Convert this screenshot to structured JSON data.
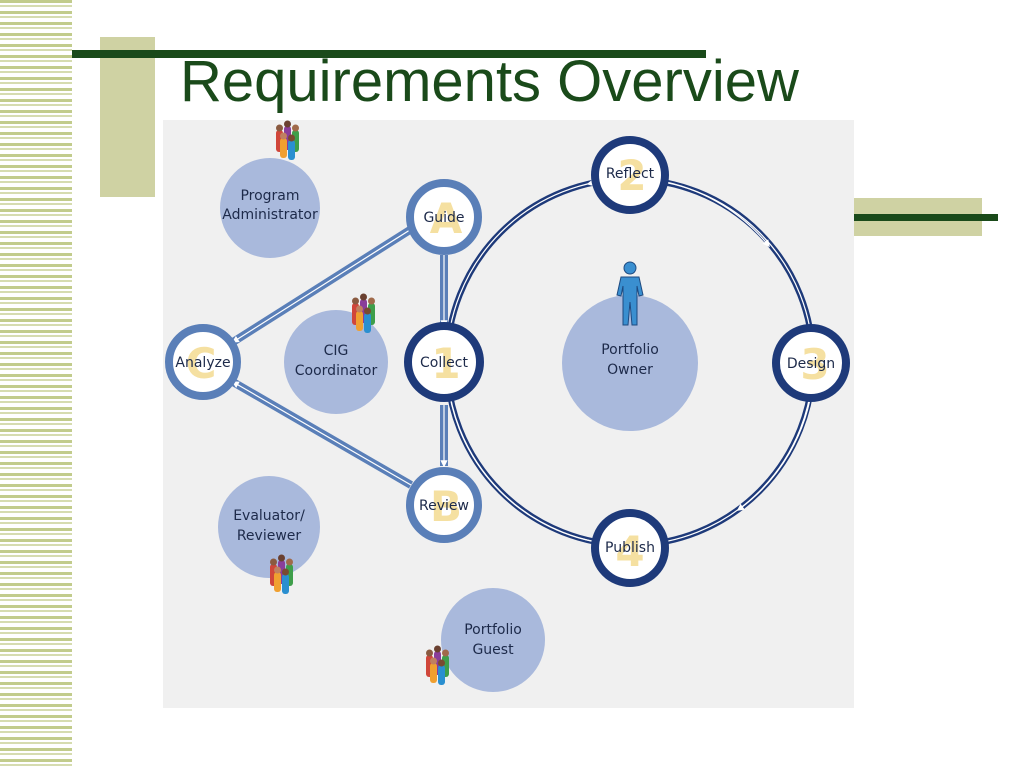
{
  "slide": {
    "title": "Requirements Overview"
  },
  "diagram": {
    "stages": {
      "guide": {
        "label": "Guide",
        "marker": "A"
      },
      "collect": {
        "label": "Collect",
        "marker": "1"
      },
      "review": {
        "label": "Review",
        "marker": "B"
      },
      "analyze": {
        "label": "Analyze",
        "marker": "C"
      },
      "reflect": {
        "label": "Reflect",
        "marker": "2"
      },
      "design": {
        "label": "Design",
        "marker": "3"
      },
      "publish": {
        "label": "Publish",
        "marker": "4"
      }
    },
    "roles": {
      "program_admin": {
        "line1": "Program",
        "line2": "Administrator"
      },
      "cig_coordinator": {
        "line1": "CIG",
        "line2": "Coordinator"
      },
      "evaluator": {
        "line1": "Evaluator/",
        "line2": "Reviewer"
      },
      "portfolio_guest": {
        "line1": "Portfolio",
        "line2": "Guest"
      },
      "portfolio_owner": {
        "line1": "Portfolio",
        "line2": "Owner"
      }
    },
    "colors": {
      "ring": "#1e3a7a",
      "light_ring": "#5a7fb8",
      "role_bubble": "#a9b9dc",
      "stage_letter": "#f3d98a"
    }
  }
}
